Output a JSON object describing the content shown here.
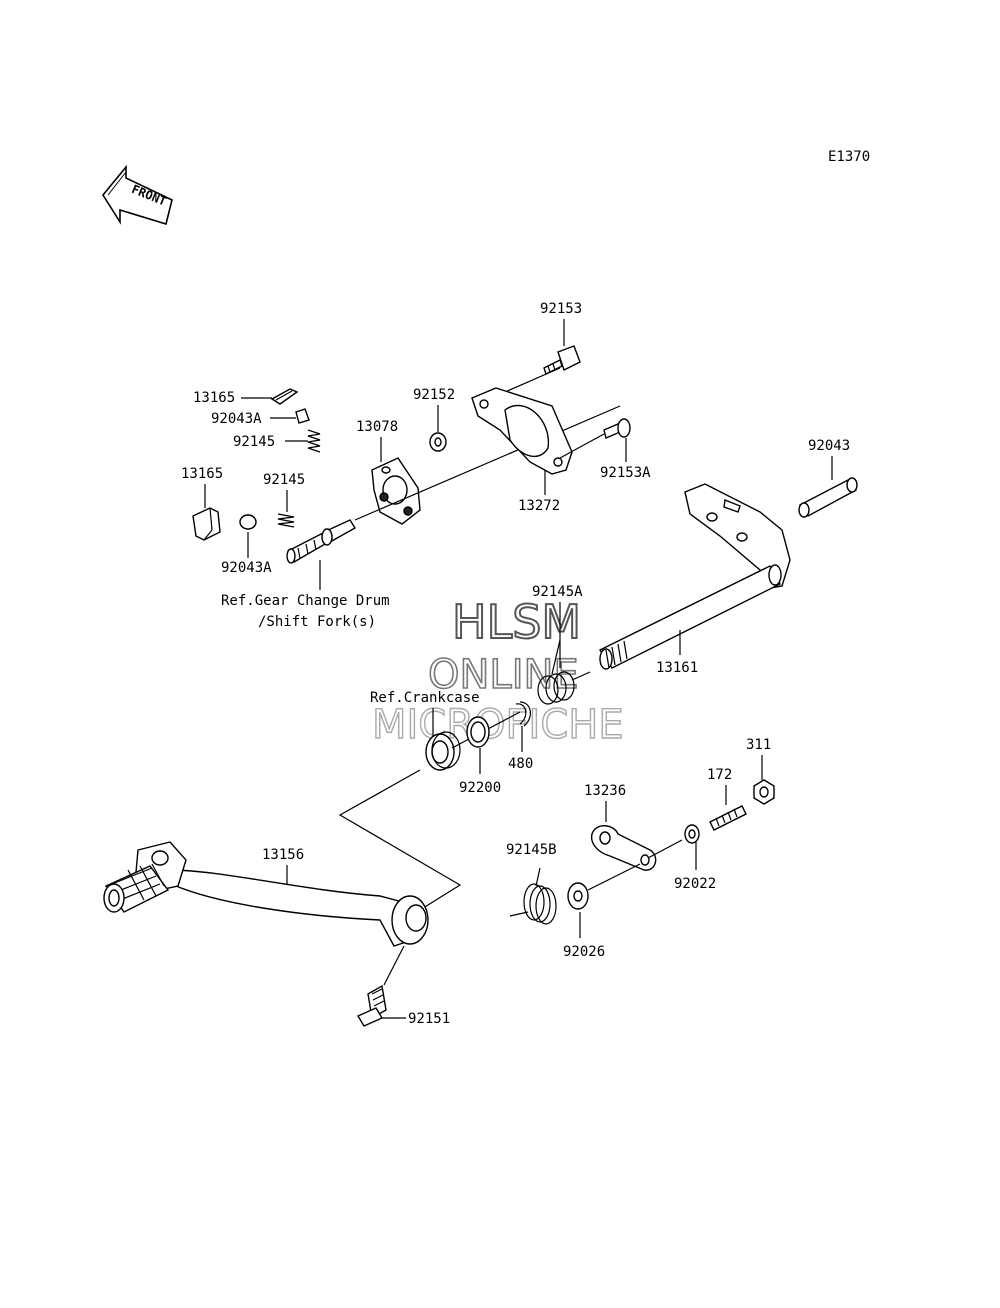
{
  "diagram_code": "E1370",
  "front_arrow": {
    "label": "FRONT",
    "icon": "front-arrow-icon"
  },
  "watermark": {
    "line1": "HLSM",
    "line2": "ONLINE",
    "line3": "MICROFICHE"
  },
  "references": {
    "gear_change_line1": "Ref.Gear Change Drum",
    "gear_change_line2": "/Shift Fork(s)",
    "crankcase": "Ref.Crankcase"
  },
  "part_labels": {
    "p92153": "92153",
    "p13165_top": "13165",
    "p92043A_top": "92043A",
    "p92145_top": "92145",
    "p92152": "92152",
    "p13078": "13078",
    "p92153A": "92153A",
    "p13272": "13272",
    "p92043": "92043",
    "p13165_bottom": "13165",
    "p92145_mid": "92145",
    "p92043A_bottom": "92043A",
    "p92145A": "92145A",
    "p13161": "13161",
    "p92200": "92200",
    "p480": "480",
    "p311": "311",
    "p172": "172",
    "p13236": "13236",
    "p13156": "13156",
    "p92145B": "92145B",
    "p92022": "92022",
    "p92026": "92026",
    "p92151": "92151"
  }
}
